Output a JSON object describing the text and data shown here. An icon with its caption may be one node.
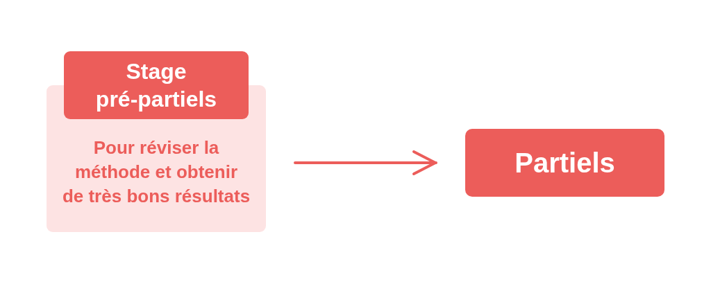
{
  "diagram": {
    "nodes": [
      {
        "text": [
          "Stage pré-partiels",
          "Pour réviser la méthode et obtenir de très bons résultats"
        ]
      },
      {
        "text": [
          "Partiels"
        ]
      }
    ],
    "edges": [
      {
        "from": 0,
        "to": 1,
        "arrow": "to"
      }
    ]
  }
}
